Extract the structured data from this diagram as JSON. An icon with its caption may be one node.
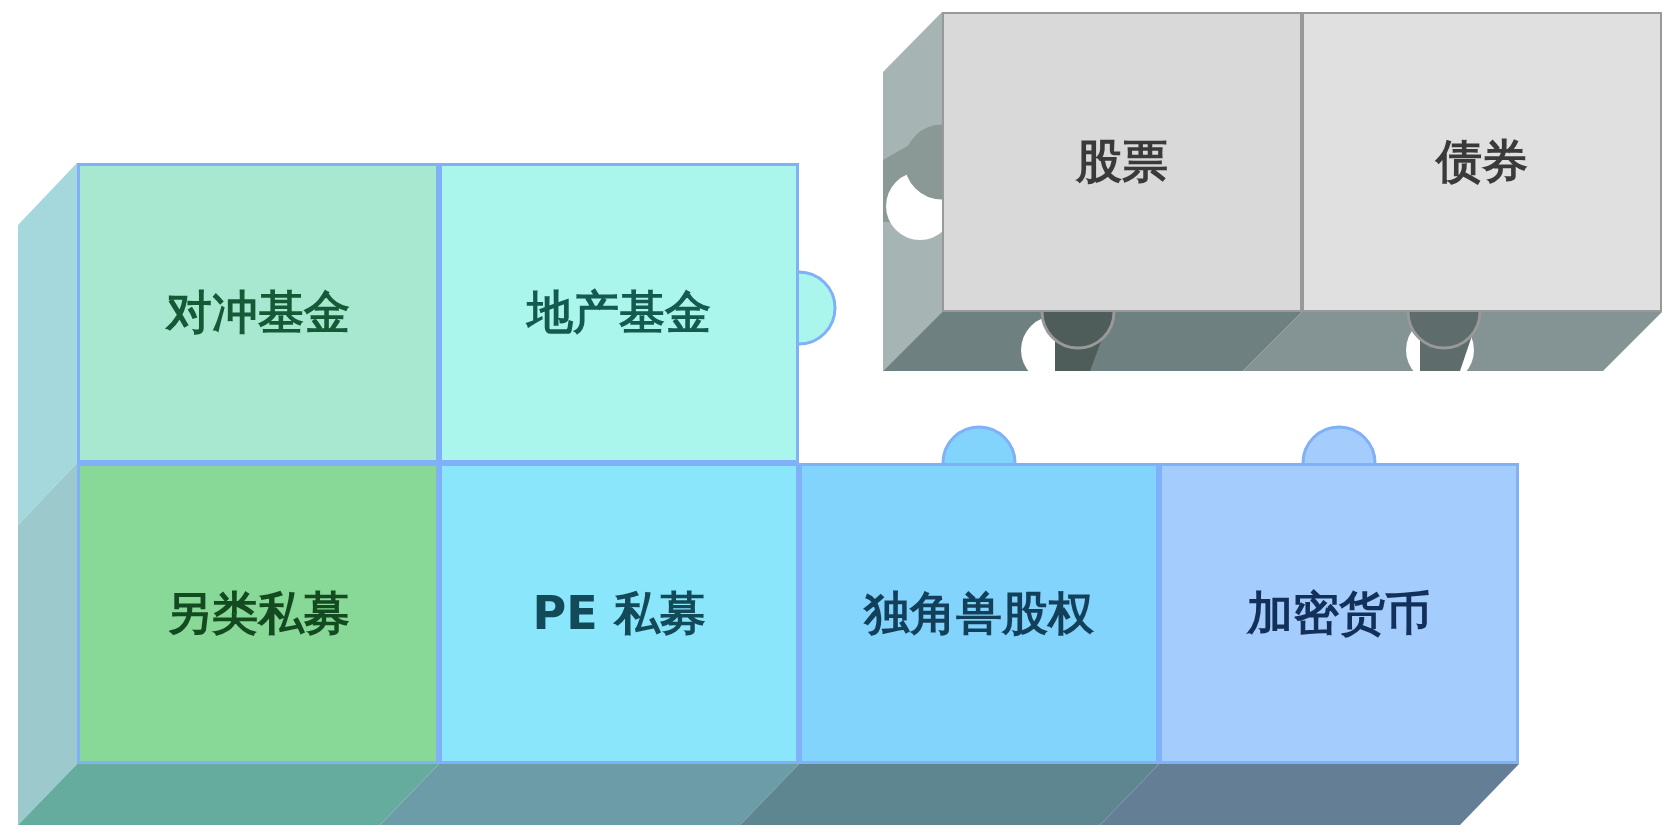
{
  "diagram": {
    "nodes": [
      {
        "text": [
          "股票"
        ]
      },
      {
        "text": [
          "债券"
        ]
      },
      {
        "text": [
          "对冲基金"
        ]
      },
      {
        "text": [
          "地产基金"
        ]
      },
      {
        "text": [
          "另类私募"
        ]
      },
      {
        "text": [
          "PE 私募"
        ]
      },
      {
        "text": [
          "独角兽股权"
        ]
      },
      {
        "text": [
          "加密货币"
        ]
      }
    ]
  }
}
